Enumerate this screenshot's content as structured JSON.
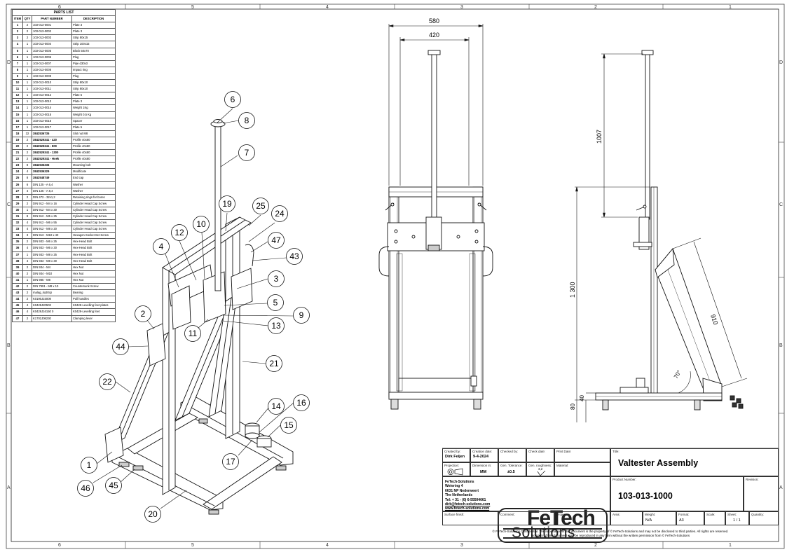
{
  "zones": {
    "top": [
      "6",
      "5",
      "4",
      "3",
      "2",
      "1"
    ],
    "bottom": [
      "6",
      "5",
      "4",
      "3",
      "2",
      "1"
    ],
    "left": [
      "D",
      "C",
      "B",
      "A"
    ],
    "right": [
      "D",
      "C",
      "B",
      "A"
    ]
  },
  "parts_list": {
    "title": "PARTS LIST",
    "headers": [
      "ITEM",
      "QTY",
      "PART NUMBER",
      "DESCRIPTION"
    ],
    "rows": [
      [
        "1",
        "2",
        "103-013-0001",
        "Plate 3"
      ],
      [
        "2",
        "2",
        "103-013-0002",
        "Plate 3"
      ],
      [
        "3",
        "2",
        "103-013-0003",
        "Strip 80x15"
      ],
      [
        "4",
        "1",
        "103-013-0004",
        "Strip 100x15"
      ],
      [
        "5",
        "1",
        "103-013-0005",
        "Block 50x70"
      ],
      [
        "6",
        "1",
        "103-013-0006",
        "Plug"
      ],
      [
        "7",
        "1",
        "103-013-0007",
        "Pipe d30x3"
      ],
      [
        "8",
        "1",
        "103-013-0008",
        "Impact ring"
      ],
      [
        "9",
        "1",
        "103-013-0009",
        "Plug"
      ],
      [
        "10",
        "1",
        "103-013-0010",
        "Strip 80x10"
      ],
      [
        "11",
        "1",
        "103-013-0011",
        "Strip 80x10"
      ],
      [
        "12",
        "1",
        "103-013-0012",
        "Plate 5"
      ],
      [
        "13",
        "1",
        "103-013-0013",
        "Plate 3"
      ],
      [
        "14",
        "1",
        "103-013-0014",
        "Weight 1Kg"
      ],
      [
        "15",
        "1",
        "103-013-0015",
        "Weight 0,5 Kg"
      ],
      [
        "16",
        "1",
        "103-013-0016",
        "Spacer"
      ],
      [
        "17",
        "1",
        "103-013-0017",
        "Plate 5"
      ],
      [
        "18",
        "32",
        "3842536735",
        "Slot nut M8"
      ],
      [
        "19",
        "2",
        "3842529341 - 420",
        "Profile 40x80"
      ],
      [
        "20",
        "2",
        "3842529341 - 800",
        "Profile 40x80"
      ],
      [
        "21",
        "2",
        "3842529341 - 1300",
        "Profile 40x80"
      ],
      [
        "22",
        "2",
        "3842529341 - Hoek",
        "Profile 40x80"
      ],
      [
        "23",
        "8",
        "3842536336",
        "Mounting bolt"
      ],
      [
        "24",
        "4",
        "3842536329",
        "Modificate"
      ],
      [
        "25",
        "8",
        "3842548749",
        "End cap"
      ],
      [
        "26",
        "6",
        "DIN 125 - A 6,4",
        "Washer"
      ],
      [
        "27",
        "4",
        "DIN 125 - A 8,4",
        "Washer"
      ],
      [
        "28",
        "2",
        "DIN 472 - 32x1,2",
        "Retaining rings for bores"
      ],
      [
        "29",
        "2",
        "DIN 912 - M4 x 16",
        "Cylinder Head Cap Screw"
      ],
      [
        "30",
        "1",
        "DIN 912 - M4 x 30",
        "Cylinder Head Cap Screw"
      ],
      [
        "31",
        "8",
        "DIN 912 - M5 x 25",
        "Cylinder Head Cap Screw"
      ],
      [
        "32",
        "4",
        "DIN 912 - M6 x 55",
        "Cylinder Head Cap Screw"
      ],
      [
        "33",
        "4",
        "DIN 912 - M8 x 20",
        "Cylinder Head Cap Screw"
      ],
      [
        "34",
        "3",
        "DIN 913 - M10 x 40",
        "Hexagon Socket Set Screw"
      ],
      [
        "35",
        "2",
        "DIN 933 - M6 x 25",
        "Hex-Head Bolt"
      ],
      [
        "36",
        "4",
        "DIN 933 - M6 x 30",
        "Hex-Head Bolt"
      ],
      [
        "37",
        "1",
        "DIN 933 - M8 x 25",
        "Hex-Head Bolt"
      ],
      [
        "38",
        "4",
        "DIN 933 - M8 x 30",
        "Hex-Head Bolt"
      ],
      [
        "39",
        "2",
        "DIN 934 - M4",
        "Hex Nut"
      ],
      [
        "40",
        "2",
        "DIN 934 - M10",
        "Hex Nut"
      ],
      [
        "41",
        "1",
        "DIN 985 - M8",
        "Hex Nut"
      ],
      [
        "42",
        "2",
        "DIN 7991 - M8 x 10",
        "Countersunk Screw"
      ],
      [
        "43",
        "2",
        "malag_ka30cp",
        "Bearing"
      ],
      [
        "44",
        "2",
        "K0190J15008",
        "Pull handles"
      ],
      [
        "45",
        "4",
        "K0428J20503",
        "K0428-Levelling feet plates"
      ],
      [
        "46",
        "4",
        "K0429J16150 0",
        "K0429-Levelling feet"
      ],
      [
        "47",
        "2",
        "K1702J08230",
        "Clamping lever"
      ]
    ]
  },
  "balloons": [
    "6",
    "8",
    "7",
    "19",
    "25",
    "24",
    "12",
    "10",
    "4",
    "47",
    "43",
    "3",
    "5",
    "9",
    "13",
    "11",
    "2",
    "44",
    "22",
    "21",
    "14",
    "16",
    "15",
    "17",
    "1",
    "46",
    "45",
    "20"
  ],
  "dimensions": {
    "front_width": "580",
    "front_inner_width": "420",
    "side_stroke": "1007",
    "overall_height": "1 300",
    "base_height_1": "80",
    "base_height_2": "40",
    "brace_length": "910",
    "angle": "70°"
  },
  "title_block": {
    "created_by_label": "Created by:",
    "created_by": "Dirk Feijen",
    "creation_date_label": "Creation date:",
    "creation_date": "9-4-2024",
    "checked_by_label": "Checked by:",
    "check_date_label": "Check date:",
    "print_date_label": "Print Date:",
    "title_label": "Title:",
    "title": "Valtester Assembly",
    "projection_label": "Projection:",
    "dimension_label": "Dimension in:",
    "dimension": "MM",
    "tolerance_label": "Gen. Tolerance:",
    "tolerance": "±0.5",
    "roughness_label": "Gen. roughness:",
    "roughness": "3,2",
    "material_label": "Material:",
    "product_number_label": "Product Number:",
    "product_number": "103-013-1000",
    "revision_label": "Revision:",
    "company_lines": [
      "FeTech-Solutions",
      "Wetering 4",
      "6631 NP Nederweert",
      "The Netherlands",
      "Tel: + 31 - (0) 6-55504661",
      "dirk@fetech-solutions.com",
      "www.fetech-solutions.com"
    ],
    "logo_top": "FeTech",
    "logo_bottom": "Solutions",
    "surface_label": "Surface finish:",
    "comment_label": "Comment:",
    "project_label": "Project:",
    "area_label": "Area:",
    "weight_label": "Weight:",
    "weight": "N/A",
    "format_label": "Format:",
    "format": "A3",
    "scale_label": "Scale:",
    "sheet_label": "Sheet:",
    "sheet": "1 / 1",
    "quantity_label": "Quantity:",
    "confidential_1": "© FeTech-Solutions Confidential. The information in this document is the property of © FeTech-Solutions and may not be disclosed to third parties. All rights are reserved.",
    "confidential_2": "No parts of this document may be reproduced in any form without the written permission from © FeTech-Solutions"
  }
}
